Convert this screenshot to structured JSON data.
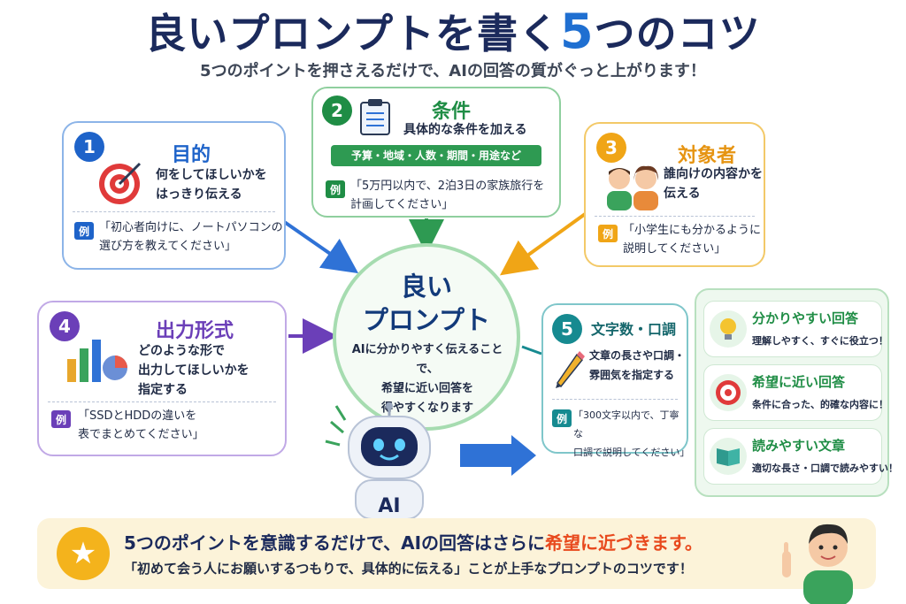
{
  "header": {
    "title_part1": "良いプロンプトを書く",
    "title_number": "5",
    "title_part2": "つのコツ",
    "subtitle": "5つのポイントを押さえるだけで、AIの回答の質がぐっと上がります！"
  },
  "center": {
    "title_line1": "良い",
    "title_line2": "プロンプト",
    "desc_line1": "AIに分かりやすく伝えることで、",
    "desc_line2": "希望に近い回答を",
    "desc_line3": "得やすくなります"
  },
  "tips": [
    {
      "number": "1",
      "title": "目的",
      "desc_lines": [
        "何をしてほしいかを",
        "はっきり伝える"
      ],
      "example_label": "例",
      "example_lines": [
        "「初心者向けに、ノートパソコンの",
        "選び方を教えてください」"
      ],
      "color": "#1e63c9"
    },
    {
      "number": "2",
      "title": "条件",
      "desc_lines": [
        "具体的な条件を加える"
      ],
      "tag": "予算・地域・人数・期間・用途など",
      "example_label": "例",
      "example_lines": [
        "「5万円以内で、2泊3日の家族旅行を",
        "計画してください」"
      ],
      "color": "#1f8d45"
    },
    {
      "number": "3",
      "title": "対象者",
      "desc_lines": [
        "誰向けの内容かを",
        "伝える"
      ],
      "example_label": "例",
      "example_lines": [
        "「小学生にも分かるように",
        "説明してください」"
      ],
      "color": "#f0a516"
    },
    {
      "number": "4",
      "title": "出力形式",
      "desc_lines": [
        "どのような形で",
        "出力してほしいかを",
        "指定する"
      ],
      "example_label": "例",
      "example_lines": [
        "「SSDとHDDの違いを",
        "表でまとめてください」"
      ],
      "color": "#6b3fb8"
    },
    {
      "number": "5",
      "title": "文字数・口調",
      "desc_lines": [
        "文章の長さや口調・",
        "雰囲気を指定する"
      ],
      "example_label": "例",
      "example_lines": [
        "「300文字以内で、丁寧な",
        "口調で説明してください」"
      ],
      "color": "#168a90"
    }
  ],
  "robot": {
    "label": "AI"
  },
  "benefits": [
    {
      "title": "分かりやすい回答",
      "desc": "理解しやすく、すぐに役立つ！",
      "icon": "lightbulb-icon"
    },
    {
      "title": "希望に近い回答",
      "desc": "条件に合った、的確な内容に！",
      "icon": "target-icon"
    },
    {
      "title": "読みやすい文章",
      "desc": "適切な長さ・口調で読みやすい！",
      "icon": "book-icon"
    }
  ],
  "banner": {
    "line1_part1": "5つのポイントを意識するだけで、AIの回答はさらに",
    "line1_highlight": "希望に近づきます。",
    "line2": "「初めて会う人にお願いするつもりで、具体的に伝える」ことが上手なプロンプトのコツです！",
    "icon": "star-icon"
  }
}
